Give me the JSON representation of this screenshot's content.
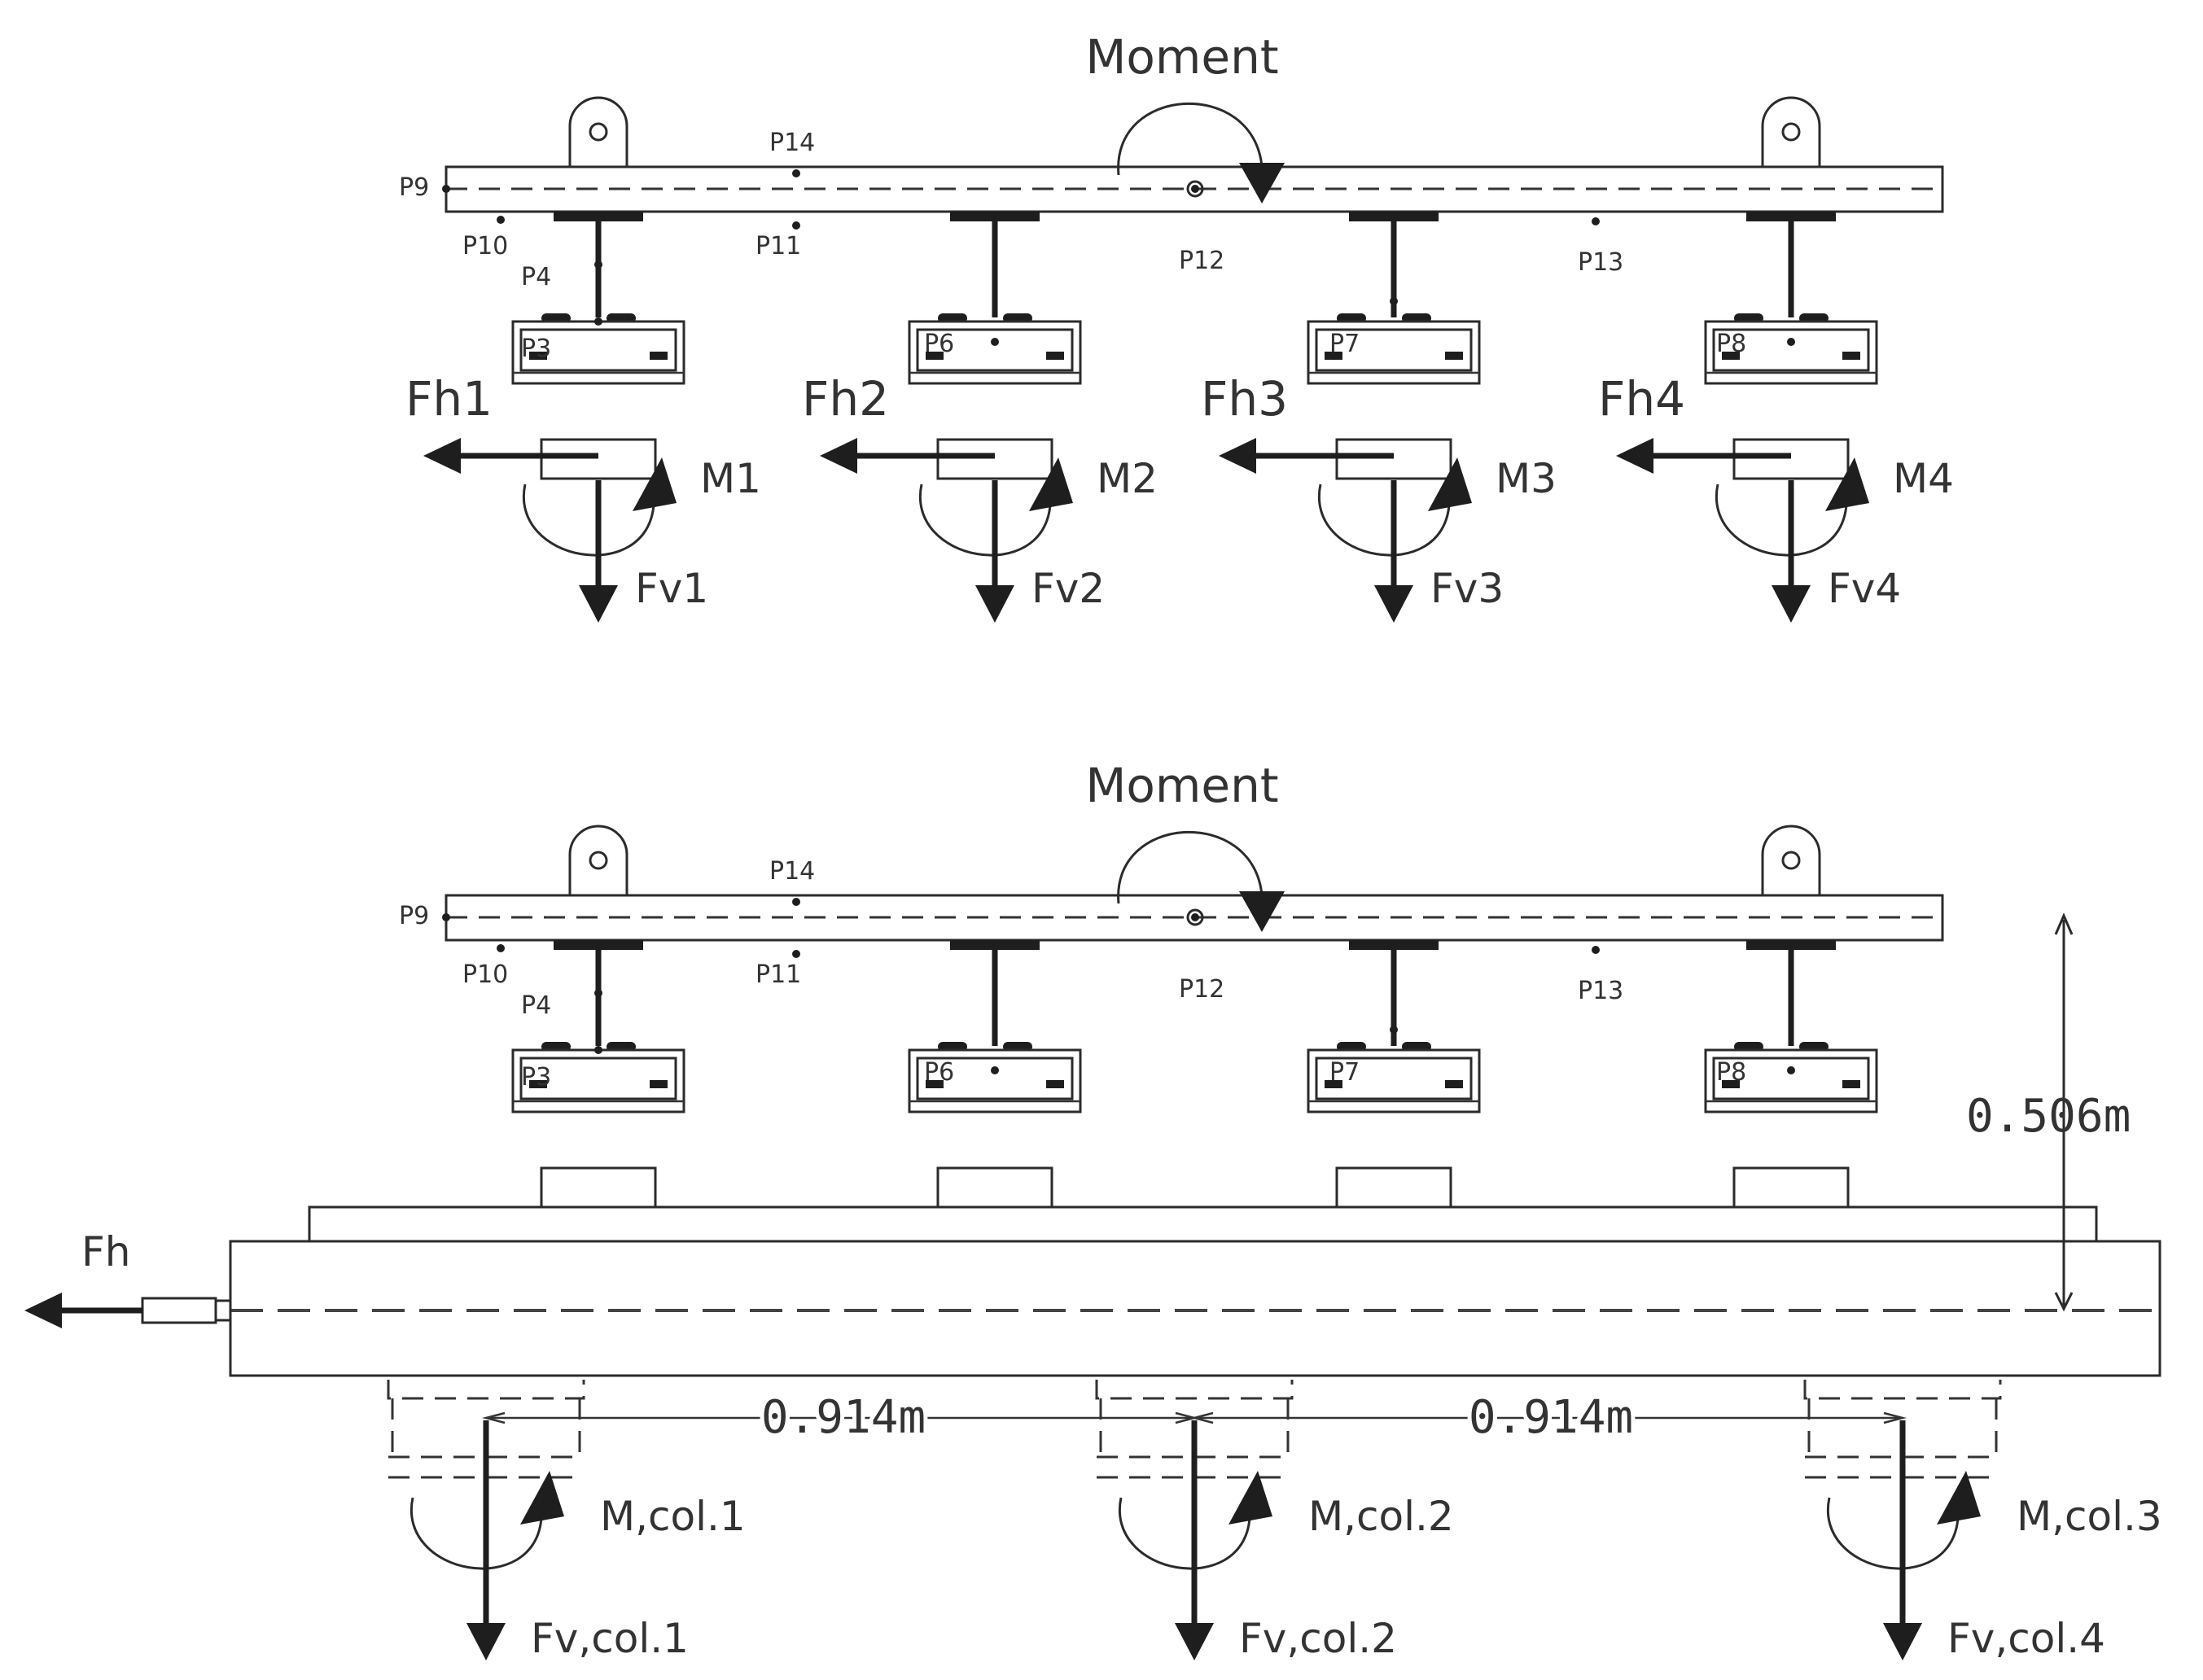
{
  "moment_label": "Moment",
  "points": [
    "P9",
    "P10",
    "P14",
    "P11",
    "P12",
    "P13",
    "P4",
    "P3",
    "P6",
    "P7",
    "P8"
  ],
  "top": {
    "horizontal_forces": [
      "Fh1",
      "Fh2",
      "Fh3",
      "Fh4"
    ],
    "moments": [
      "M1",
      "M2",
      "M3",
      "M4"
    ],
    "vertical_forces": [
      "Fv1",
      "Fv2",
      "Fv3",
      "Fv4"
    ]
  },
  "bottom": {
    "horizontal_force": "Fh",
    "column_moments": [
      "M,col.1",
      "M,col.2",
      "M,col.3"
    ],
    "column_forces": [
      "Fv,col.1",
      "Fv,col.2",
      "Fv,col.4"
    ],
    "spacings": [
      "0.914m",
      "0.914m"
    ],
    "height": "0.506m"
  }
}
